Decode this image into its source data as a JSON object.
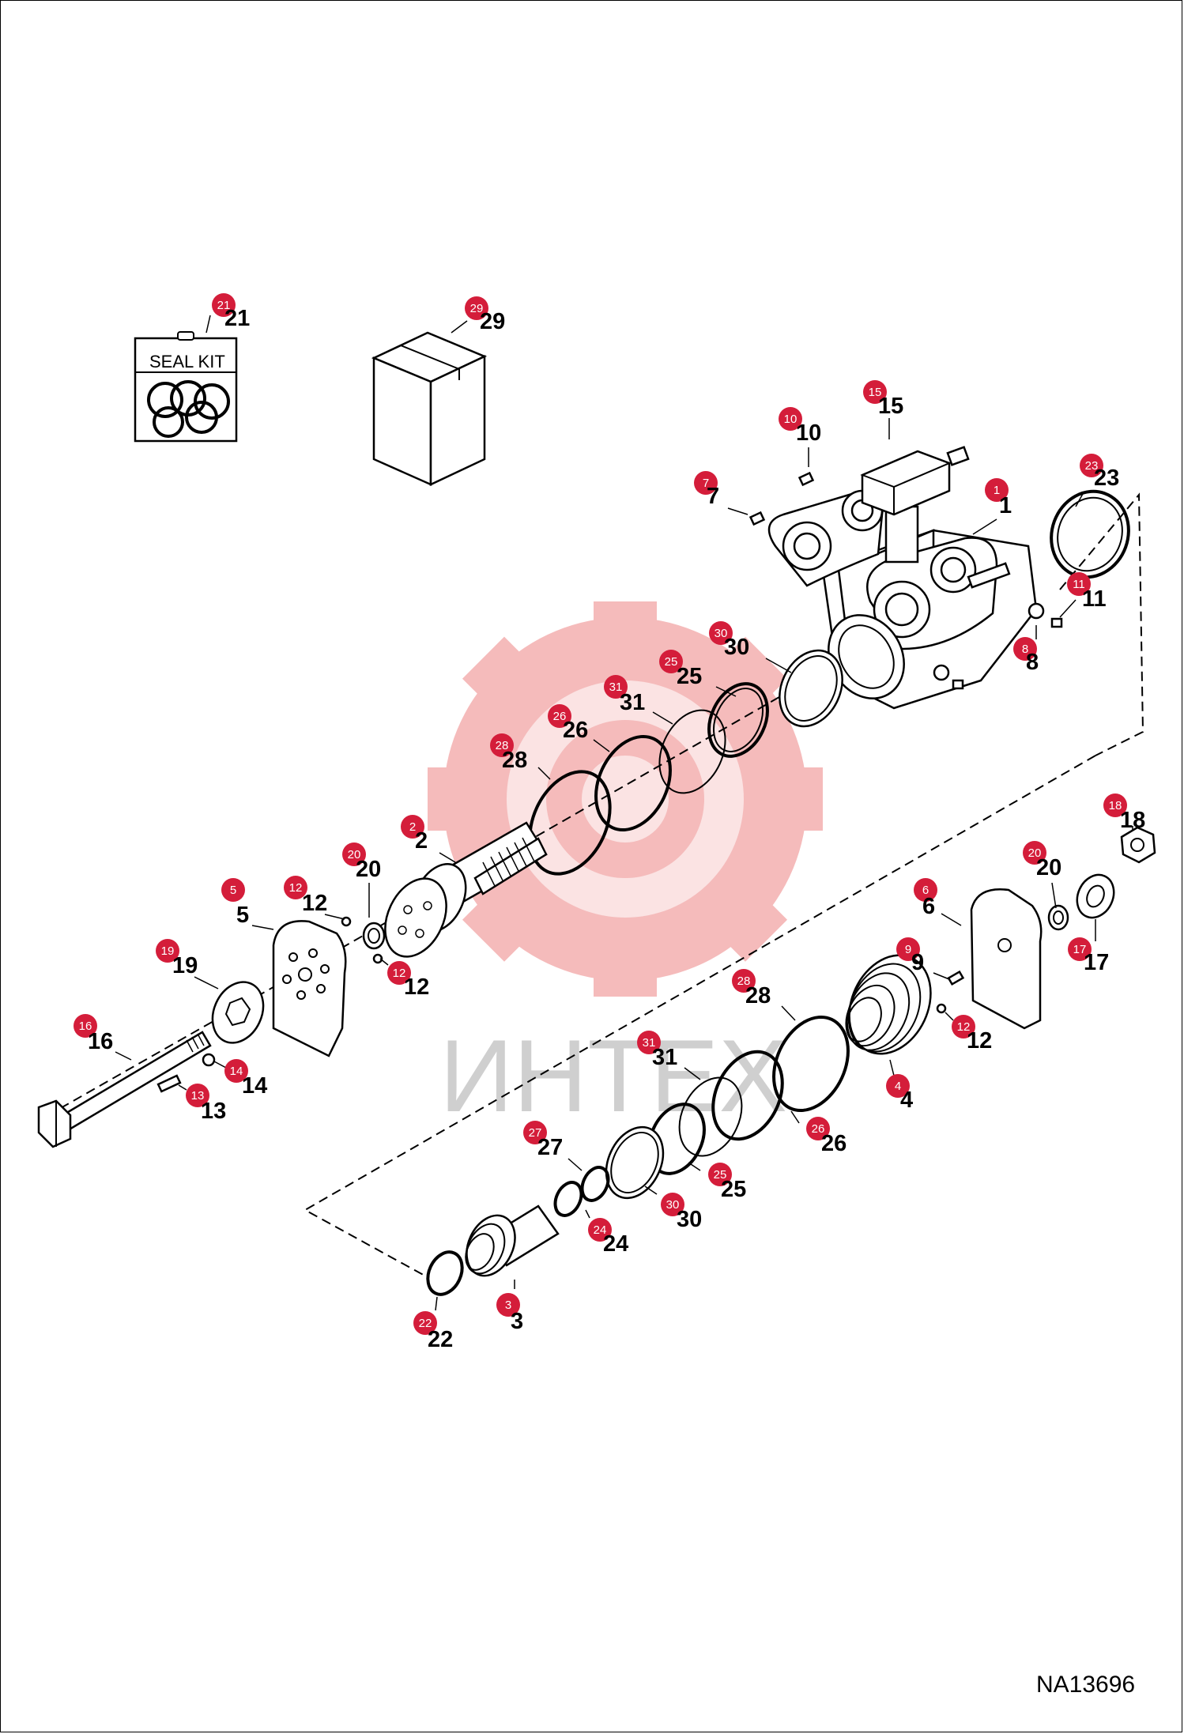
{
  "figure_code": "NA13696",
  "watermark": "ИНТЕХ",
  "seal_kit_label": "SEAL KIT",
  "colors": {
    "badge": "#d41d3a",
    "badge_text": "#ffffff",
    "watermark": "#f2b0b0"
  },
  "callouts": [
    {
      "id": "c21a",
      "badge": "21",
      "label": "21"
    },
    {
      "id": "c29",
      "badge": "29",
      "label": "29"
    },
    {
      "id": "c15",
      "badge": "15",
      "label": "15"
    },
    {
      "id": "c10",
      "badge": "10",
      "label": "10"
    },
    {
      "id": "c7",
      "badge": "7",
      "label": "7"
    },
    {
      "id": "c1",
      "badge": "1",
      "label": "1"
    },
    {
      "id": "c23",
      "badge": "23",
      "label": "23"
    },
    {
      "id": "c11",
      "badge": "11",
      "label": "11"
    },
    {
      "id": "c8",
      "badge": "8",
      "label": "8"
    },
    {
      "id": "c30a",
      "badge": "30",
      "label": "30"
    },
    {
      "id": "c25a",
      "badge": "25",
      "label": "25"
    },
    {
      "id": "c31a",
      "badge": "31",
      "label": "31"
    },
    {
      "id": "c26a",
      "badge": "26",
      "label": "26"
    },
    {
      "id": "c28a",
      "badge": "28",
      "label": "28"
    },
    {
      "id": "c2",
      "badge": "2",
      "label": "2"
    },
    {
      "id": "c20a",
      "badge": "20",
      "label": "20"
    },
    {
      "id": "c12a",
      "badge": "12",
      "label": "12"
    },
    {
      "id": "c12b",
      "badge": "12",
      "label": "12"
    },
    {
      "id": "c5",
      "badge": "5",
      "label": "5"
    },
    {
      "id": "c19",
      "badge": "19",
      "label": "19"
    },
    {
      "id": "c16",
      "badge": "16",
      "label": "16"
    },
    {
      "id": "c14",
      "badge": "14",
      "label": "14"
    },
    {
      "id": "c13",
      "badge": "13",
      "label": "13"
    },
    {
      "id": "c18",
      "badge": "18",
      "label": "18"
    },
    {
      "id": "c20b",
      "badge": "20",
      "label": "20"
    },
    {
      "id": "c17",
      "badge": "17",
      "label": "17"
    },
    {
      "id": "c6",
      "badge": "6",
      "label": "6"
    },
    {
      "id": "c9",
      "badge": "9",
      "label": "9"
    },
    {
      "id": "c12c",
      "badge": "12",
      "label": "12"
    },
    {
      "id": "c4",
      "badge": "4",
      "label": "4"
    },
    {
      "id": "c28b",
      "badge": "28",
      "label": "28"
    },
    {
      "id": "c31b",
      "badge": "31",
      "label": "31"
    },
    {
      "id": "c26b",
      "badge": "26",
      "label": "26"
    },
    {
      "id": "c27",
      "badge": "27",
      "label": "27"
    },
    {
      "id": "c25b",
      "badge": "25",
      "label": "25"
    },
    {
      "id": "c30b",
      "badge": "30",
      "label": "30"
    },
    {
      "id": "c24",
      "badge": "24",
      "label": "24"
    },
    {
      "id": "c3",
      "badge": "3",
      "label": "3"
    },
    {
      "id": "c22",
      "badge": "22",
      "label": "22"
    }
  ]
}
